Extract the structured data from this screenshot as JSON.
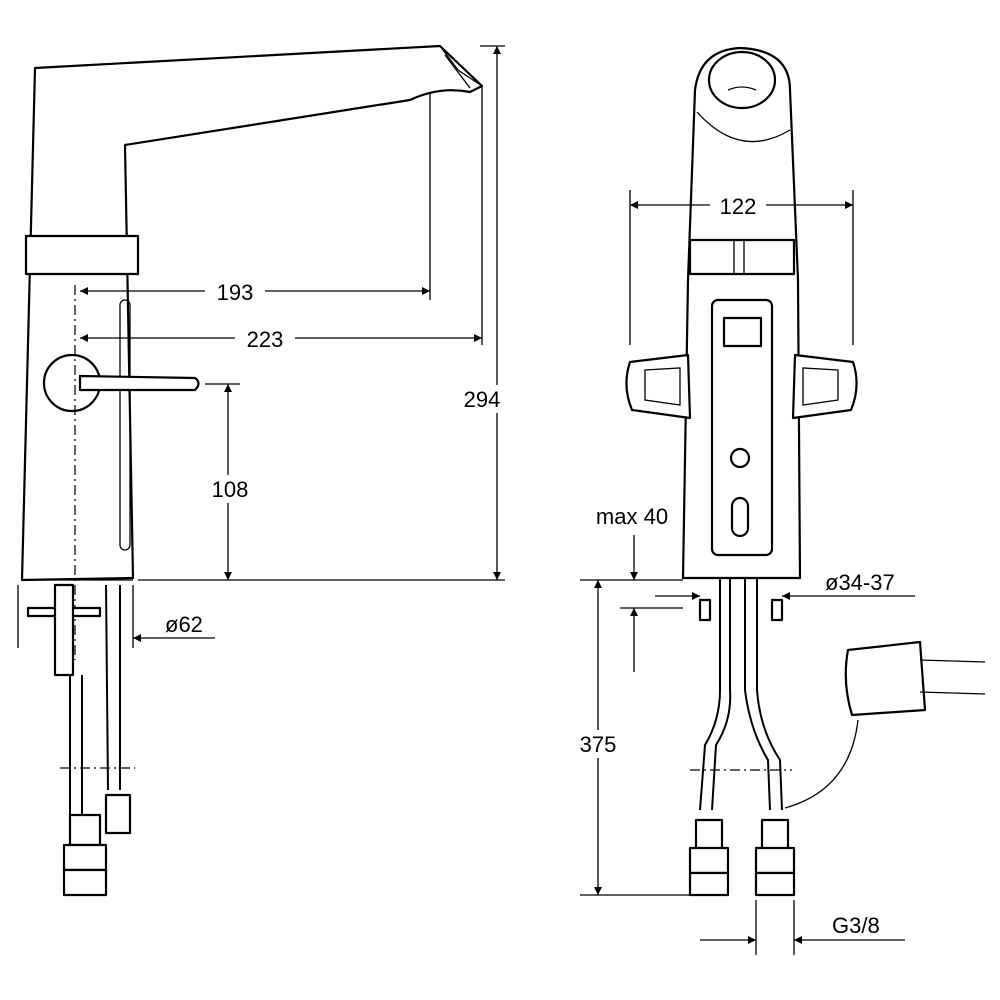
{
  "dimensions": {
    "spout_reach_193": "193",
    "spout_reach_223": "223",
    "total_height": "294",
    "lever_height": "108",
    "base_diameter": "ø62",
    "body_width": "122",
    "max_thickness": "max 40",
    "hole_diameter": "ø34-37",
    "hose_length": "375",
    "connection_thread": "G3/8"
  }
}
